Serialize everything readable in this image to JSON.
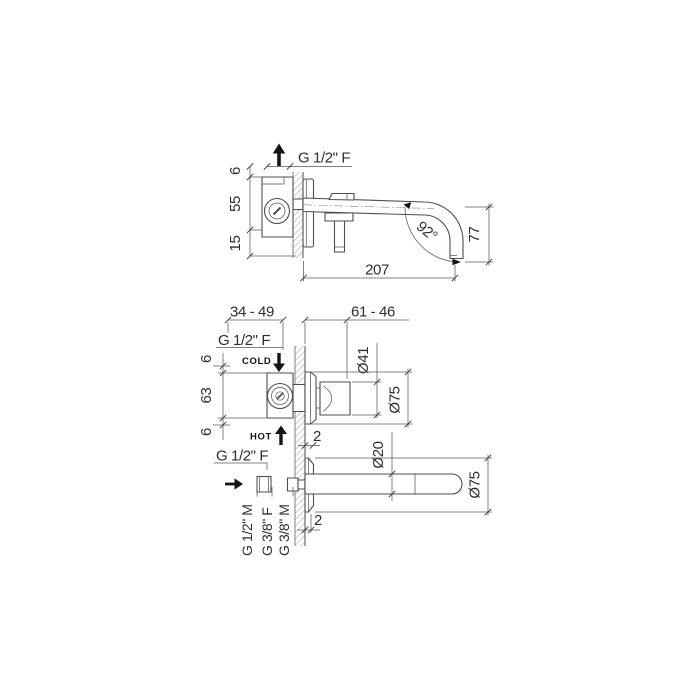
{
  "top_view": {
    "thread_label": "G 1/2\" F",
    "dim_top_offset": "6",
    "dim_height": "55",
    "dim_bottom_offset": "15",
    "spout_angle": "92°",
    "dim_outlet_drop": "77",
    "dim_spout_reach": "207"
  },
  "middle_view": {
    "dim_depth_range": "34 - 49",
    "dim_handle_range": "61 - 46",
    "cold_thread_label": "G 1/2\" F",
    "cold_label": "COLD",
    "hot_label": "HOT",
    "hot_thread_label": "G 1/2\" F",
    "dim_top_offset": "6",
    "dim_body_height": "63",
    "dim_bottom_offset": "6",
    "dia_handle": "Ø41",
    "dia_escutcheon": "Ø75",
    "dim_plate_offset": "2"
  },
  "bottom_view": {
    "dia_spout": "Ø20",
    "dia_escutcheon": "Ø75",
    "dim_plate_offset": "2",
    "adapter_thread_1": "G 1/2\" M",
    "adapter_thread_2": "G 3/8\" F",
    "adapter_thread_3": "G 3/8\" M"
  }
}
